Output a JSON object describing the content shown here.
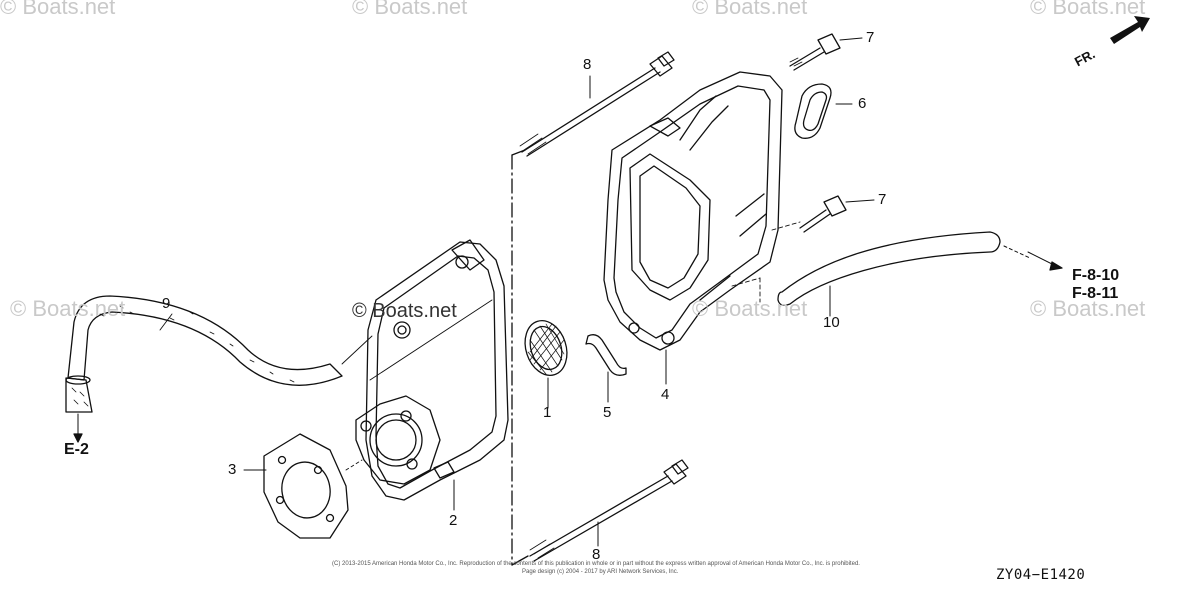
{
  "watermarks": [
    "© Boats.net",
    "© Boats.net",
    "© Boats.net",
    "© Boats.net",
    "© Boats.net",
    "© Boats.net",
    "© Boats.net",
    "© Boats.net"
  ],
  "center_watermark": "© Boats.net",
  "direction_label": "FR.",
  "callouts": {
    "p1": "1",
    "p2": "2",
    "p3": "3",
    "p4": "4",
    "p5": "5",
    "p6": "6",
    "p7a": "7",
    "p7b": "7",
    "p8a": "8",
    "p8b": "8",
    "p9": "9",
    "p10": "10"
  },
  "references": {
    "e2": "E-2",
    "f810": "F-8-10",
    "f811": "F-8-11"
  },
  "diagram_code": "ZY04−E1420",
  "copyright_line1": "(C) 2013-2015 American Honda Motor Co., Inc. Reproduction of the contents of this publication in whole or in part without the express written approval of American Honda Motor Co., Inc. is prohibited.",
  "copyright_line2": "Page design (c) 2004 - 2017 by ARI Network Services, Inc.",
  "colors": {
    "line": "#111111",
    "watermark": "#c9c9c9"
  }
}
